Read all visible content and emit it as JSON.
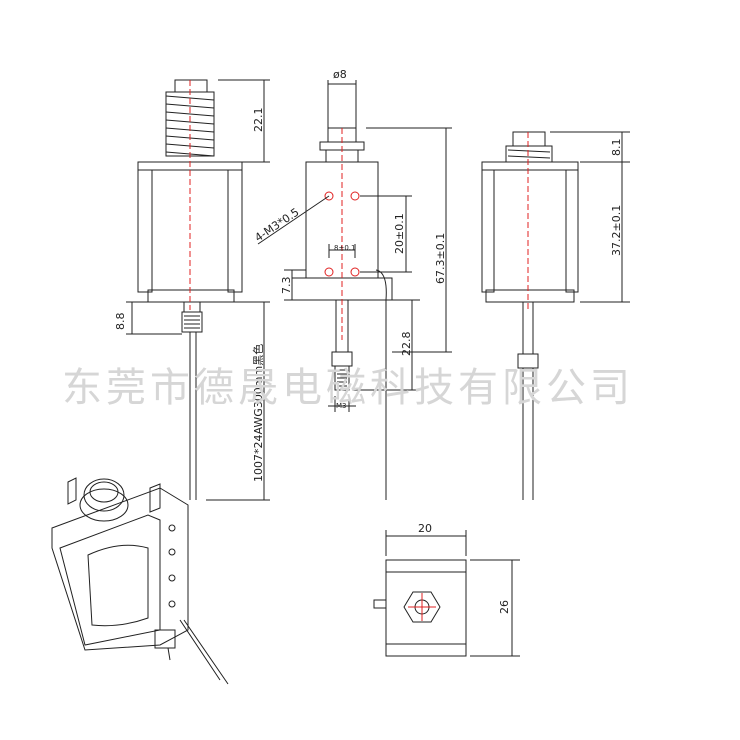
{
  "watermark": "东莞市德晟电磁科技有限公司",
  "front_view": {
    "dim_spring": "22.1",
    "dim_bottom": "8.8",
    "wire_spec": "1007*24AWG300mm黑色"
  },
  "side_view": {
    "dim_plunger_dia": "ø8",
    "dim_holes": "4-M3*0.5",
    "dim_hole_spacing_v": "20±0.1",
    "dim_hole_spacing_h": "8±0.1",
    "dim_mount_offset": "7.3",
    "dim_total_length": "67.3±0.1",
    "dim_shaft": "22.8",
    "dim_thread": "M3"
  },
  "rear_view": {
    "dim_top": "8.1",
    "dim_body": "37.2±0.1"
  },
  "top_view": {
    "dim_width": "20",
    "dim_height": "26"
  },
  "colors": {
    "line": "#222222",
    "centerline": "#e02020",
    "watermark": "#d6d6d6"
  }
}
